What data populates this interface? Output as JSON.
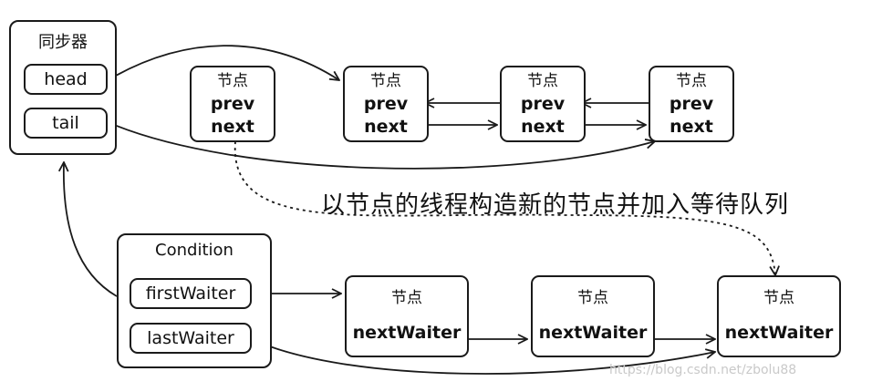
{
  "synchronizer": {
    "title": "同步器",
    "head": "head",
    "tail": "tail"
  },
  "sync_queue": {
    "new_node": {
      "label": "节点",
      "prev": "prev",
      "next": "next"
    },
    "nodes": [
      {
        "label": "节点",
        "prev": "prev",
        "next": "next"
      },
      {
        "label": "节点",
        "prev": "prev",
        "next": "next"
      },
      {
        "label": "节点",
        "prev": "prev",
        "next": "next"
      }
    ]
  },
  "caption": "以节点的线程构造新的节点并加入等待队列",
  "condition": {
    "title": "Condition",
    "first_waiter": "firstWaiter",
    "last_waiter": "lastWaiter",
    "nodes": [
      {
        "label": "节点",
        "field": "nextWaiter"
      },
      {
        "label": "节点",
        "field": "nextWaiter"
      },
      {
        "label": "节点",
        "field": "nextWaiter"
      }
    ]
  },
  "watermark": "https://blog.csdn.net/zbolu88"
}
